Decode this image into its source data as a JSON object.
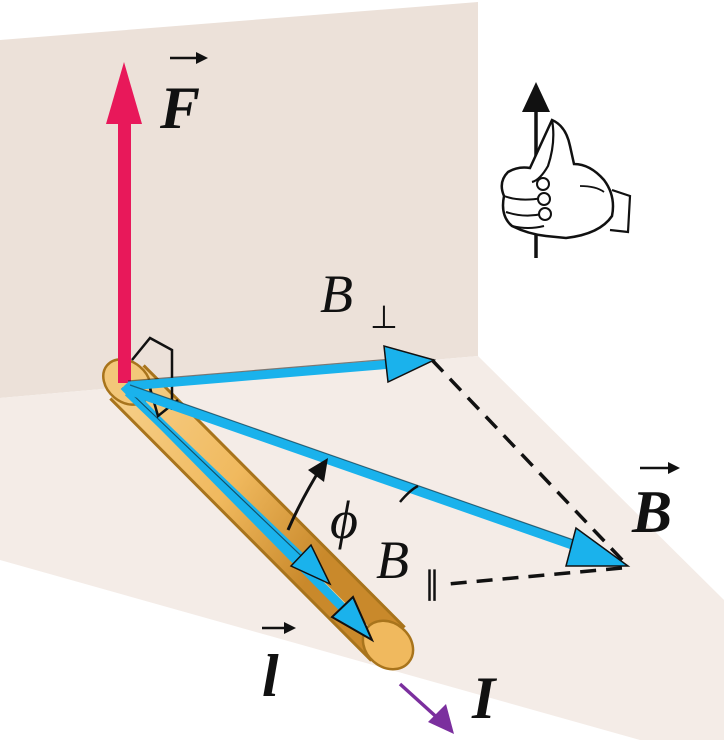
{
  "labels": {
    "force": "F",
    "b_perp": "B",
    "b_perp_sub": "⊥",
    "b_field": "B",
    "b_par": "B",
    "b_par_sub": "∥",
    "phi": "ϕ",
    "length": "l",
    "current": "I"
  },
  "icons": {
    "right_hand": "right-hand-rule-icon"
  },
  "colors": {
    "force": "#e8185a",
    "field": "#1ab2ec",
    "rod": "#f0b95e",
    "rod_edge": "#a8741c",
    "current": "#7b2f9e",
    "back_plane": "#ece1d9",
    "floor_plane": "#f4ece7",
    "ink": "#111111"
  }
}
